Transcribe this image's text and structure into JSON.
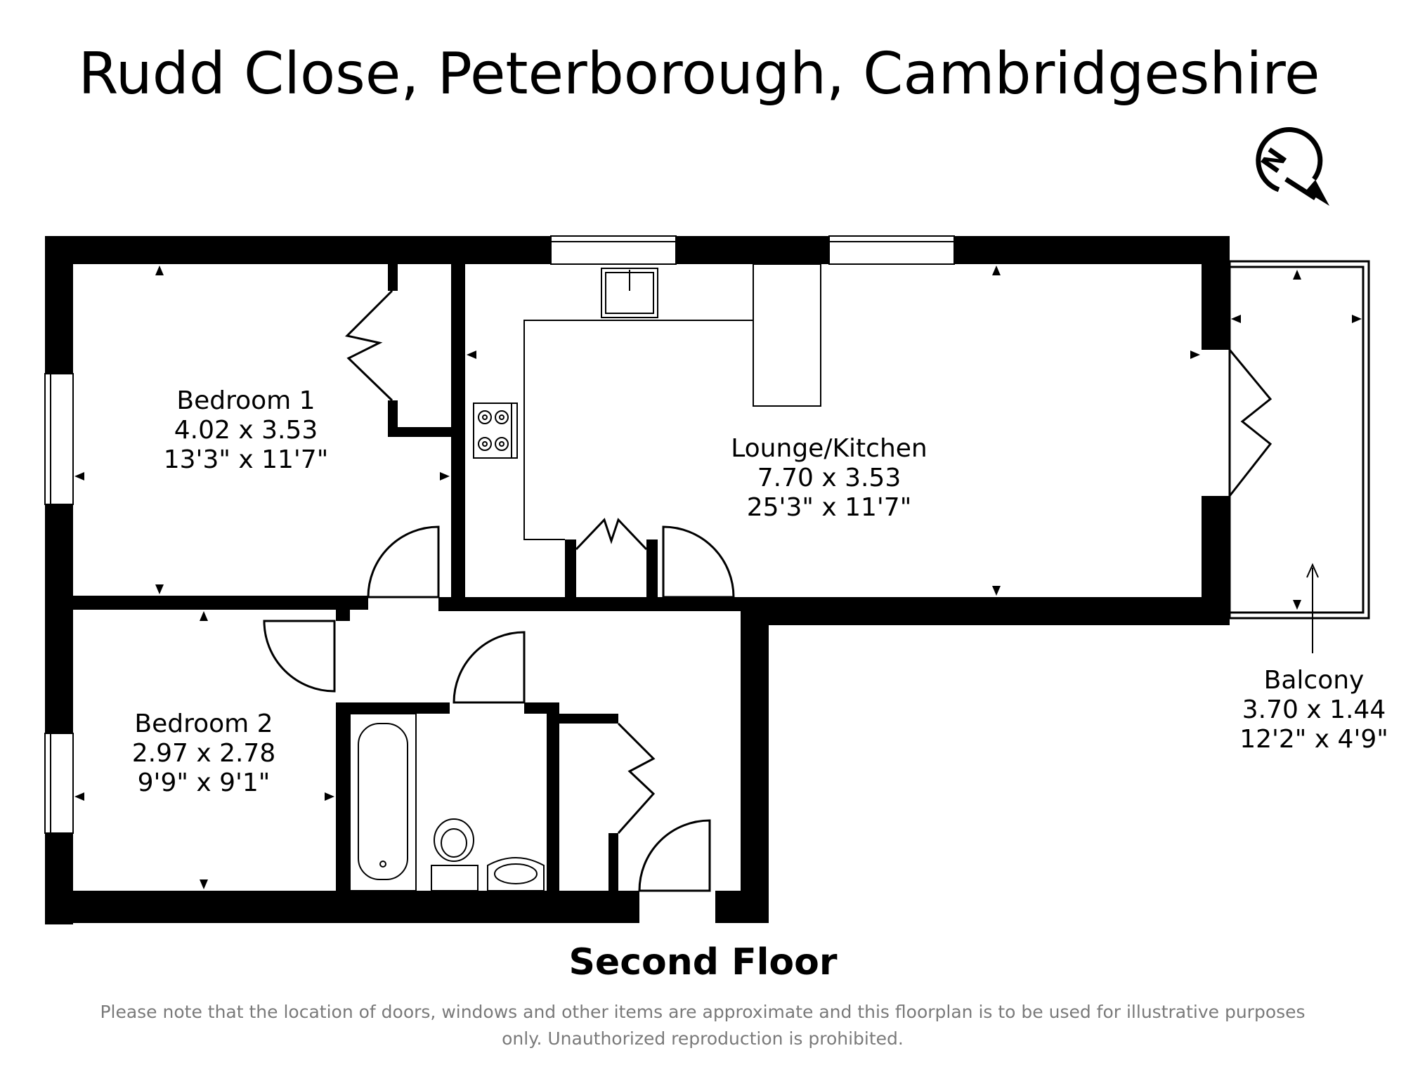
{
  "title": "Rudd Close, Peterborough, Cambridgeshire",
  "compass": {
    "label": "N"
  },
  "rooms": [
    {
      "id": "bedroom-1",
      "name": "Bedroom 1",
      "metric": "4.02 x 3.53",
      "imperial": "13'3\" x 11'7\""
    },
    {
      "id": "lounge-kitchen",
      "name": "Lounge/Kitchen",
      "metric": "7.70 x 3.53",
      "imperial": "25'3\" x 11'7\""
    },
    {
      "id": "bedroom-2",
      "name": "Bedroom 2",
      "metric": "2.97 x 2.78",
      "imperial": "9'9\" x 9'1\""
    },
    {
      "id": "balcony",
      "name": "Balcony",
      "metric": "3.70 x 1.44",
      "imperial": "12'2\" x 4'9\""
    }
  ],
  "floor_name": "Second Floor",
  "disclaimer": "Please note that the location of doors, windows and other items are approximate and this floorplan is to be used for illustrative purposes only. Unauthorized reproduction is prohibited.",
  "colors": {
    "wall": "#000000",
    "disclaimer_text": "#7a7a7a",
    "background": "#ffffff"
  }
}
